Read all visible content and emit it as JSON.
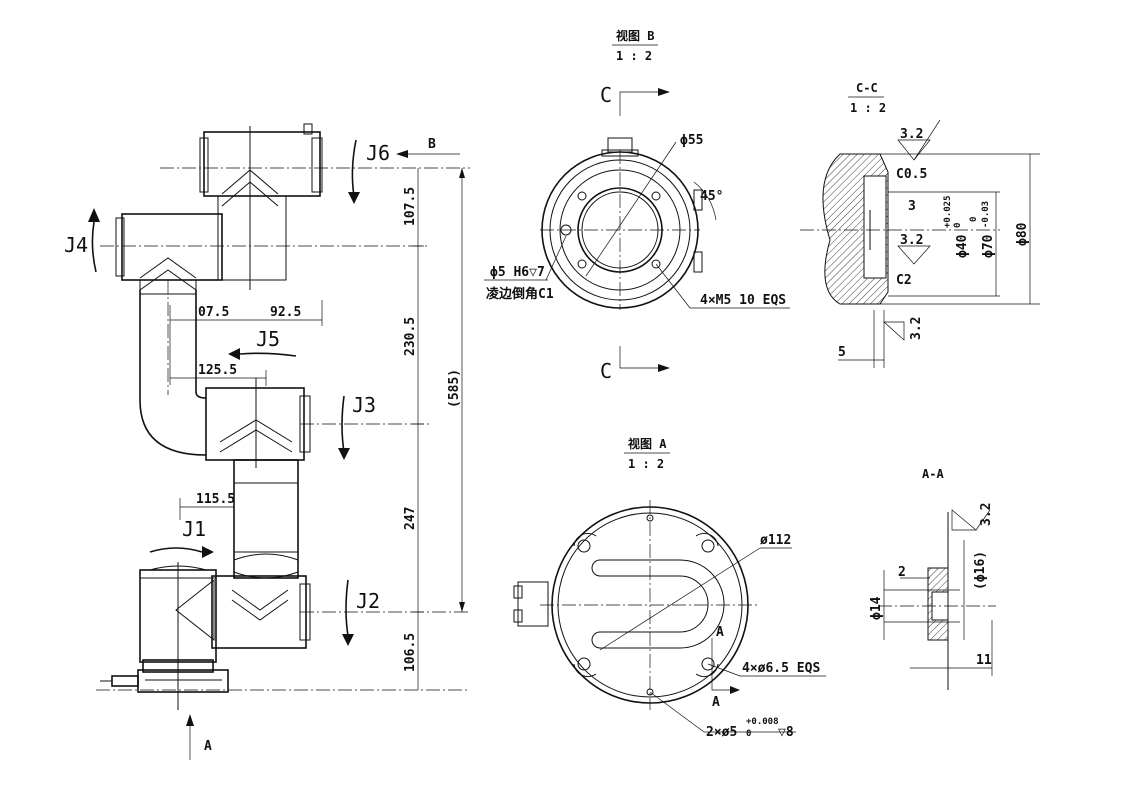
{
  "joints": {
    "j1": "J1",
    "j2": "J2",
    "j3": "J3",
    "j4": "J4",
    "j5": "J5",
    "j6": "J6"
  },
  "dims_side": {
    "d107_5": "107.5",
    "d230_5": "230.5",
    "d247": "247",
    "d106_5": "106.5",
    "d585": "(585)",
    "d07_5": "07.5",
    "d92_5": "92.5",
    "d125_5": "125.5",
    "d115_5": "115.5"
  },
  "letters": {
    "a": "A",
    "b": "B",
    "c": "C"
  },
  "view_b": {
    "title": "视图 B",
    "scale": "1 : 2",
    "phi55": "ϕ55",
    "angle": "45°",
    "hole_note": "ϕ5 H6▽7",
    "chamfer_note": "凌边倒角C1",
    "thread_note": "4×M5  10 EQS"
  },
  "section_cc": {
    "title": "C-C",
    "scale": "1 : 2",
    "rough1": "3.2",
    "c05": "C0.5",
    "d3": "3",
    "rough2": "3.2",
    "phi40": "ϕ40",
    "phi40_tol_up": "+0.025",
    "phi40_tol_low": "0",
    "phi70": "ϕ70",
    "phi70_tol_up": "0",
    "phi70_tol_low": "-0.03",
    "phi80": "ϕ80",
    "c2": "C2",
    "rough3": "3.2",
    "d5": "5"
  },
  "view_a": {
    "title": "视图 A",
    "scale": "1 : 2",
    "d112": "ø112",
    "holes": "4×ø6.5 EQS",
    "pin_pre": "2×ø5",
    "pin_tol_up": "+0.008",
    "pin_tol_low": "0",
    "pin_post": "▽8"
  },
  "section_aa": {
    "title": "A-A",
    "rough": "3.2",
    "phi16": "(ϕ16)",
    "d2": "2",
    "phi14": "ϕ14",
    "d11": "11"
  }
}
